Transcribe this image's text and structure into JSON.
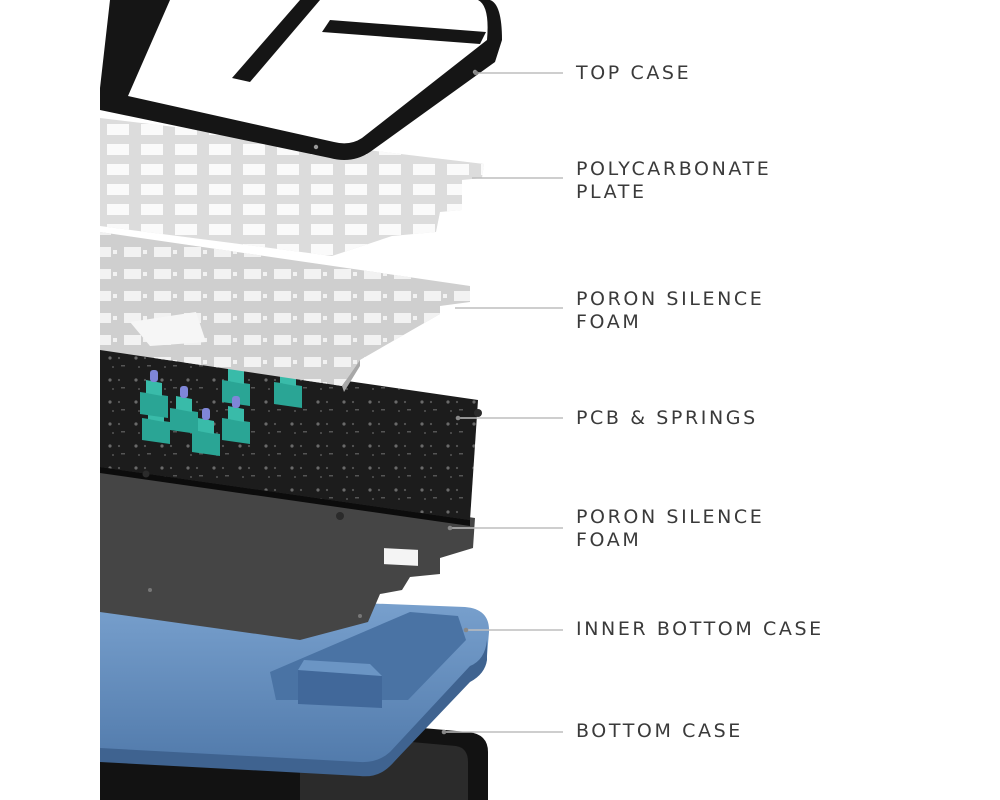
{
  "labels": [
    {
      "id": "top-case",
      "text": "TOP CASE"
    },
    {
      "id": "polycarbonate-plate",
      "text": "POLYCARBONATE\nPLATE"
    },
    {
      "id": "poron-foam-upper",
      "text": "PORON SILENCE\nFOAM"
    },
    {
      "id": "pcb-springs",
      "text": "PCB & SPRINGS"
    },
    {
      "id": "poron-foam-lower",
      "text": "PORON SILENCE\nFOAM"
    },
    {
      "id": "inner-bottom-case",
      "text": "INNER BOTTOM CASE"
    },
    {
      "id": "bottom-case",
      "text": "BOTTOM CASE"
    }
  ],
  "colors": {
    "top_case": "#151515",
    "plate": "#dcdcdc",
    "foam_upper": "#cfcfcf",
    "pcb": "#1c1c1c",
    "foam_lower": "#454545",
    "inner_bottom": "#5e87b8",
    "bottom_case": "#121212",
    "switch": "#2aa595",
    "spring": "#7f86d8",
    "label_text": "#3a3a3a",
    "leader": "#bdbdbd"
  }
}
